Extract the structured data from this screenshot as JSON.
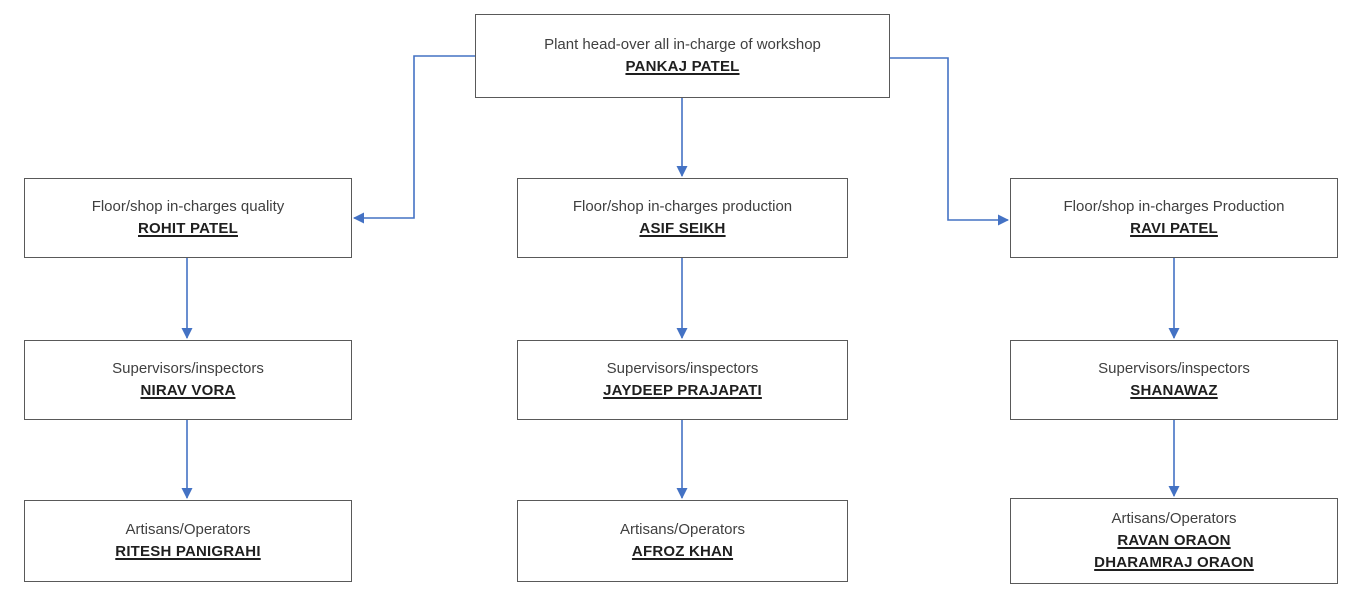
{
  "diagram": {
    "type": "org-chart",
    "colors": {
      "arrow": "#4472C4",
      "border": "#595959",
      "role_text": "#404040",
      "name_text": "#1f1f1f",
      "background": "#ffffff"
    },
    "nodes": {
      "plant_head": {
        "role": "Plant head-over all in-charge of workshop",
        "names": [
          "PANKAJ PATEL"
        ]
      },
      "quality_incharge": {
        "role": "Floor/shop in-charges quality",
        "names": [
          "ROHIT PATEL"
        ]
      },
      "production_incharge_mid": {
        "role": "Floor/shop in-charges production",
        "names": [
          "ASIF SEIKH"
        ]
      },
      "production_incharge_right": {
        "role": "Floor/shop in-charges Production",
        "names": [
          "RAVI PATEL"
        ]
      },
      "supervisor_left": {
        "role": "Supervisors/inspectors",
        "names": [
          "NIRAV VORA"
        ]
      },
      "supervisor_mid": {
        "role": "Supervisors/inspectors",
        "names": [
          "JAYDEEP PRAJAPATI"
        ]
      },
      "supervisor_right": {
        "role": "Supervisors/inspectors",
        "names": [
          "SHANAWAZ"
        ]
      },
      "artisan_left": {
        "role": "Artisans/Operators",
        "names": [
          "RITESH PANIGRAHI"
        ]
      },
      "artisan_mid": {
        "role": "Artisans/Operators",
        "names": [
          "AFROZ KHAN"
        ]
      },
      "artisan_right": {
        "role": "Artisans/Operators",
        "names": [
          "RAVAN ORAON",
          "DHARAMRAJ ORAON"
        ]
      }
    },
    "edges": [
      {
        "from": "plant_head",
        "to": "quality_incharge"
      },
      {
        "from": "plant_head",
        "to": "production_incharge_mid"
      },
      {
        "from": "plant_head",
        "to": "production_incharge_right"
      },
      {
        "from": "quality_incharge",
        "to": "supervisor_left"
      },
      {
        "from": "production_incharge_mid",
        "to": "supervisor_mid"
      },
      {
        "from": "production_incharge_right",
        "to": "supervisor_right"
      },
      {
        "from": "supervisor_left",
        "to": "artisan_left"
      },
      {
        "from": "supervisor_mid",
        "to": "artisan_mid"
      },
      {
        "from": "supervisor_right",
        "to": "artisan_right"
      }
    ]
  }
}
